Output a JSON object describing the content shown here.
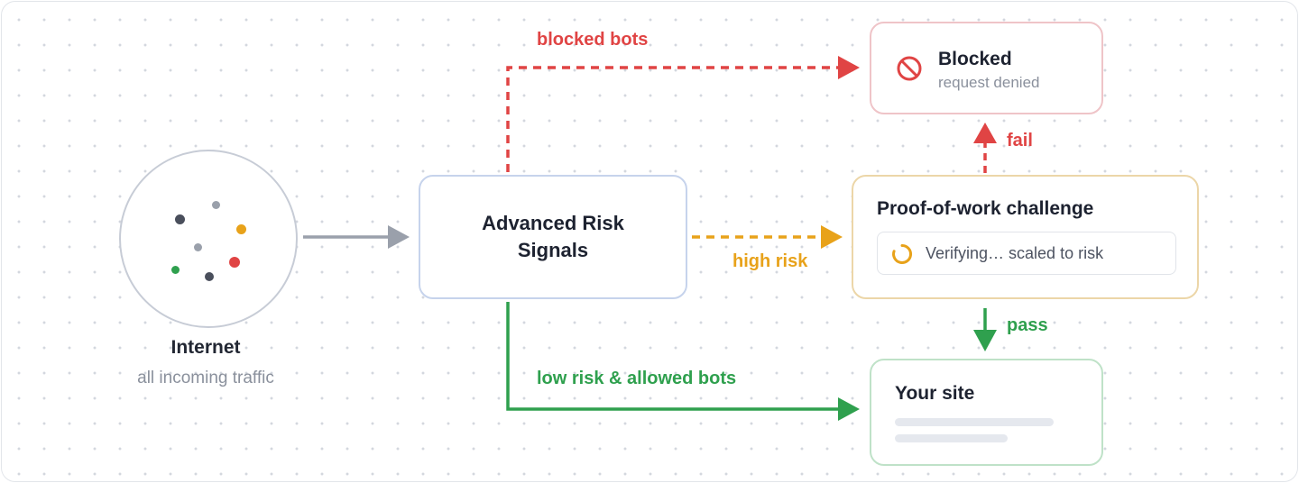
{
  "colors": {
    "blocked": "#e04444",
    "challenge": "#e8a21a",
    "allowed": "#2fa04e",
    "neutral": "#9aa0ab"
  },
  "internet": {
    "title": "Internet",
    "subtitle": "all incoming traffic"
  },
  "risk_signals": {
    "title": "Advanced Risk Signals"
  },
  "blocked": {
    "icon": "no-entry-icon",
    "title": "Blocked",
    "subtitle": "request denied"
  },
  "challenge": {
    "title": "Proof-of-work challenge",
    "icon": "spinner-icon",
    "status": "Verifying… scaled to risk"
  },
  "site": {
    "title": "Your site"
  },
  "edges": {
    "blocked_bots": "blocked bots",
    "high_risk": "high risk",
    "low_risk": "low risk & allowed bots",
    "fail": "fail",
    "pass": "pass"
  }
}
